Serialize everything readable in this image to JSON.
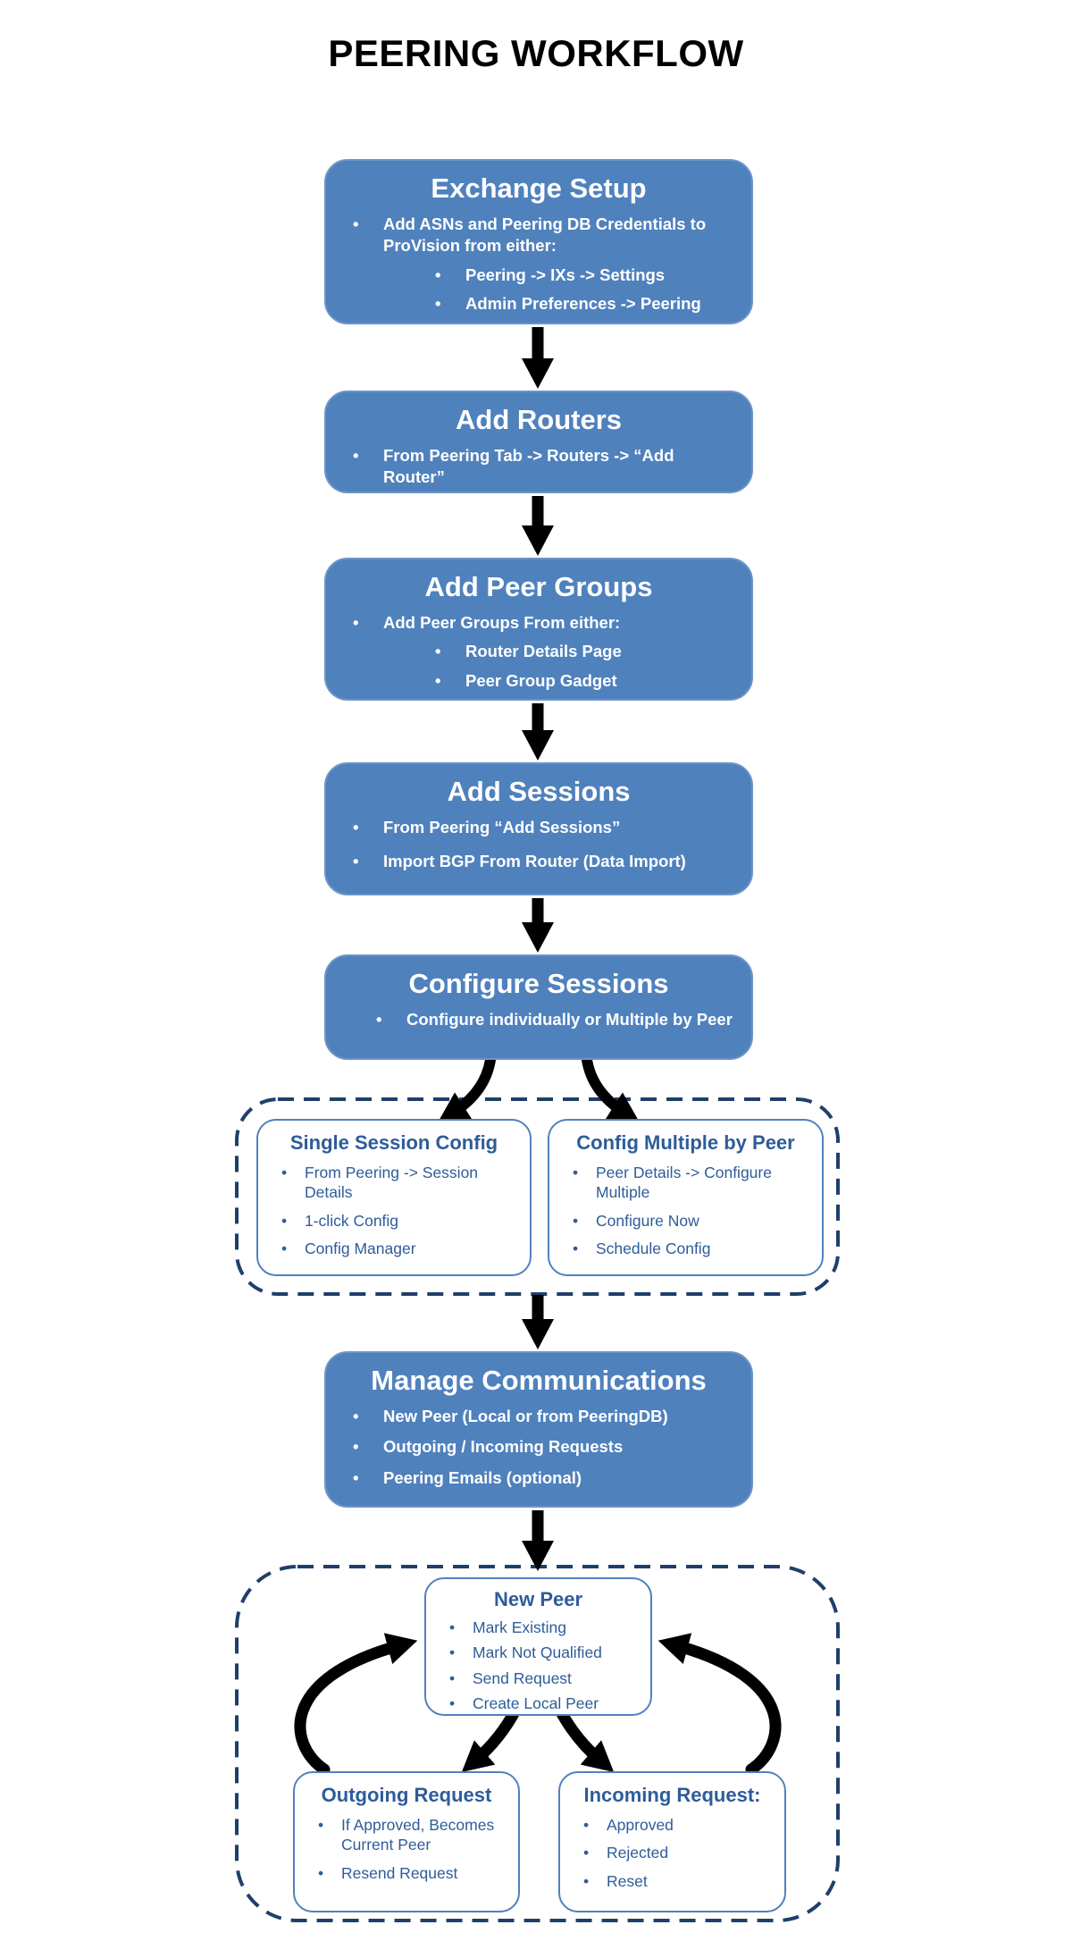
{
  "title": "PEERING WORKFLOW",
  "colors": {
    "accent_blue": "#4F81BD",
    "box_text": "#FFFFFF",
    "sub_text_blue": "#2E5C99",
    "dashed_border_navy": "#1F3F6B",
    "arrow_black": "#000000",
    "title_black": "#000000"
  },
  "boxes": {
    "exchange_setup": {
      "title": "Exchange Setup",
      "items": [
        {
          "level": 1,
          "text": "Add ASNs and Peering DB Credentials to ProVision from either:"
        },
        {
          "level": 2,
          "text": "Peering -> IXs -> Settings"
        },
        {
          "level": 2,
          "text": "Admin Preferences -> Peering"
        }
      ]
    },
    "add_routers": {
      "title": "Add Routers",
      "items": [
        {
          "level": 1,
          "text": "From Peering Tab -> Routers -> “Add Router”"
        }
      ]
    },
    "add_peer_groups": {
      "title": "Add Peer Groups",
      "items": [
        {
          "level": 1,
          "text": "Add Peer Groups From either:"
        },
        {
          "level": 2,
          "text": "Router Details Page"
        },
        {
          "level": 2,
          "text": "Peer Group Gadget"
        }
      ]
    },
    "add_sessions": {
      "title": "Add Sessions",
      "items": [
        {
          "level": 1,
          "text": "From Peering “Add Sessions”"
        },
        {
          "level": 1,
          "text": "Import BGP From Router (Data Import)"
        }
      ]
    },
    "configure_sessions": {
      "title": "Configure Sessions",
      "items": [
        {
          "level": 1,
          "text": "Configure individually or Multiple by Peer"
        }
      ]
    },
    "manage_communications": {
      "title": "Manage Communications",
      "items": [
        {
          "level": 1,
          "text": "New Peer (Local or from PeeringDB)"
        },
        {
          "level": 1,
          "text": "Outgoing / Incoming Requests"
        },
        {
          "level": 1,
          "text": "Peering Emails (optional)"
        }
      ]
    },
    "single_session_config": {
      "title": "Single Session Config",
      "items": [
        {
          "text": "From Peering -> Session Details"
        },
        {
          "text": "1-click Config"
        },
        {
          "text": "Config Manager"
        }
      ]
    },
    "config_multiple_by_peer": {
      "title": "Config Multiple by Peer",
      "items": [
        {
          "text": "Peer Details -> Configure Multiple"
        },
        {
          "text": "Configure Now"
        },
        {
          "text": "Schedule Config"
        }
      ]
    },
    "new_peer": {
      "title": "New Peer",
      "items": [
        {
          "text": "Mark Existing"
        },
        {
          "text": "Mark Not Qualified"
        },
        {
          "text": "Send Request"
        },
        {
          "text": "Create Local Peer"
        }
      ]
    },
    "outgoing_request": {
      "title": "Outgoing Request",
      "items": [
        {
          "text": "If Approved, Becomes Current Peer"
        },
        {
          "text": "Resend Request"
        }
      ]
    },
    "incoming_request": {
      "title": "Incoming Request:",
      "items": [
        {
          "text": "Approved"
        },
        {
          "text": "Rejected"
        },
        {
          "text": "Reset"
        }
      ]
    }
  }
}
